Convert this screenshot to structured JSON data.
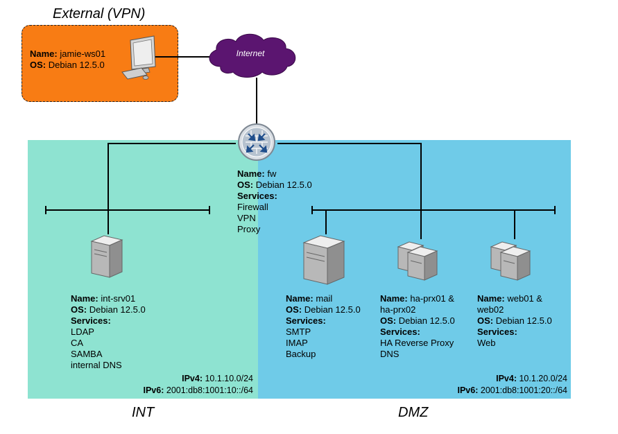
{
  "external": {
    "caption": "External (VPN)",
    "host": {
      "name_label": "Name:",
      "name": "jamie-ws01",
      "os_label": "OS:",
      "os": "Debian 12.5.0"
    }
  },
  "internet": {
    "label": "Internet"
  },
  "firewall": {
    "name_label": "Name:",
    "name": "fw",
    "os_label": "OS:",
    "os": "Debian 12.5.0",
    "services_label": "Services:",
    "services": [
      "Firewall",
      "VPN",
      "Proxy"
    ]
  },
  "int_zone": {
    "caption": "INT",
    "ipv4_label": "IPv4:",
    "ipv4": "10.1.10.0/24",
    "ipv6_label": "IPv6:",
    "ipv6": "2001:db8:1001:10::/64",
    "server": {
      "name_label": "Name:",
      "name": "int-srv01",
      "os_label": "OS:",
      "os": "Debian 12.5.0",
      "services_label": "Services:",
      "services": [
        "LDAP",
        "CA",
        "SAMBA",
        "internal DNS"
      ]
    }
  },
  "dmz_zone": {
    "caption": "DMZ",
    "ipv4_label": "IPv4:",
    "ipv4": "10.1.20.0/24",
    "ipv6_label": "IPv6:",
    "ipv6": "2001:db8:1001:20::/64",
    "mail": {
      "name_label": "Name:",
      "name": "mail",
      "os_label": "OS:",
      "os": "Debian 12.5.0",
      "services_label": "Services:",
      "services": [
        "SMTP",
        "IMAP",
        "Backup"
      ]
    },
    "proxy": {
      "name_label": "Name:",
      "name_line1": "ha-prx01 &",
      "name_line2": "ha-prx02",
      "os_label": "OS:",
      "os": "Debian 12.5.0",
      "services_label": "Services:",
      "services": [
        "HA Reverse Proxy",
        "DNS"
      ]
    },
    "web": {
      "name_label": "Name:",
      "name_line1": "web01 &",
      "name_line2": "web02",
      "os_label": "OS:",
      "os": "Debian 12.5.0",
      "services_label": "Services:",
      "services": [
        "Web"
      ]
    }
  },
  "colors": {
    "int_zone": "#8ee3d1",
    "dmz_zone": "#6fcbe8",
    "external_zone": "#f87c14",
    "internet_cloud": "#5b1570",
    "firewall": "#9fb3c8"
  },
  "icons": [
    "workstation-icon",
    "internet-cloud-icon",
    "firewall-icon",
    "server-icon",
    "server-cluster-icon"
  ]
}
